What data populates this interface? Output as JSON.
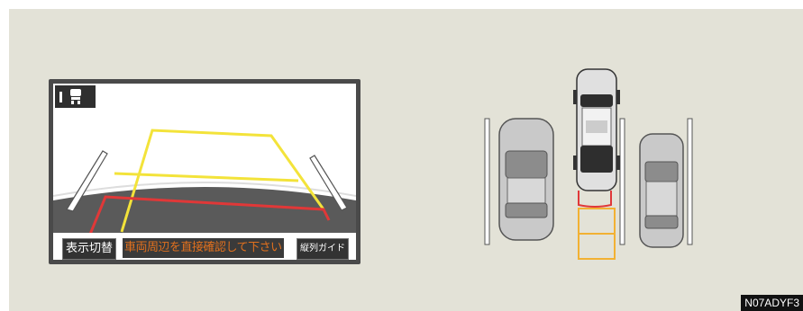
{
  "screen": {
    "display_switch_button": "表示切替",
    "caution_message": "車両周辺を直接確認して下さい",
    "parallel_guide_button": "縦列ガイド",
    "mode_icon": "camera-mode-icon"
  },
  "image_code": "N07ADYF3",
  "colors": {
    "background": "#e3e2d7",
    "guide_yellow": "#f3e33a",
    "guide_red": "#e03838",
    "caution_text": "#e0701e",
    "guide_box_orange": "#f2b133"
  }
}
